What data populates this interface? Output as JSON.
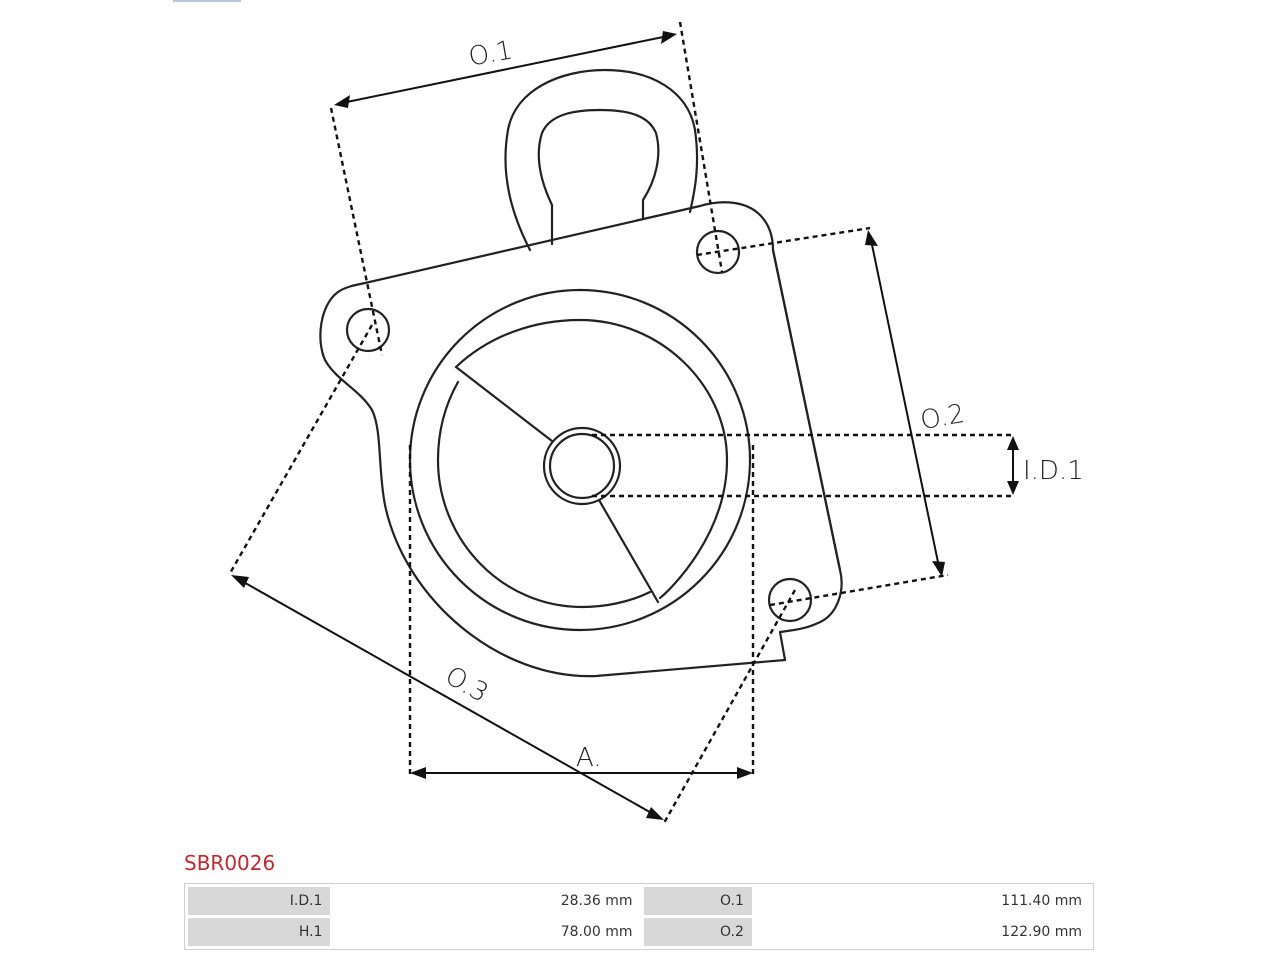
{
  "diagram": {
    "labels": {
      "o1": "O.1",
      "o2": "O.2",
      "o3": "O.3",
      "id1": "I.D.1",
      "a": "A."
    }
  },
  "part": {
    "code": "SBR0026"
  },
  "specs": {
    "rows": [
      {
        "k1": "I.D.1",
        "v1": "28.36 mm",
        "k2": "O.1",
        "v2": "111.40 mm"
      },
      {
        "k1": "H.1",
        "v1": "78.00 mm",
        "k2": "O.2",
        "v2": "122.90 mm"
      }
    ]
  }
}
